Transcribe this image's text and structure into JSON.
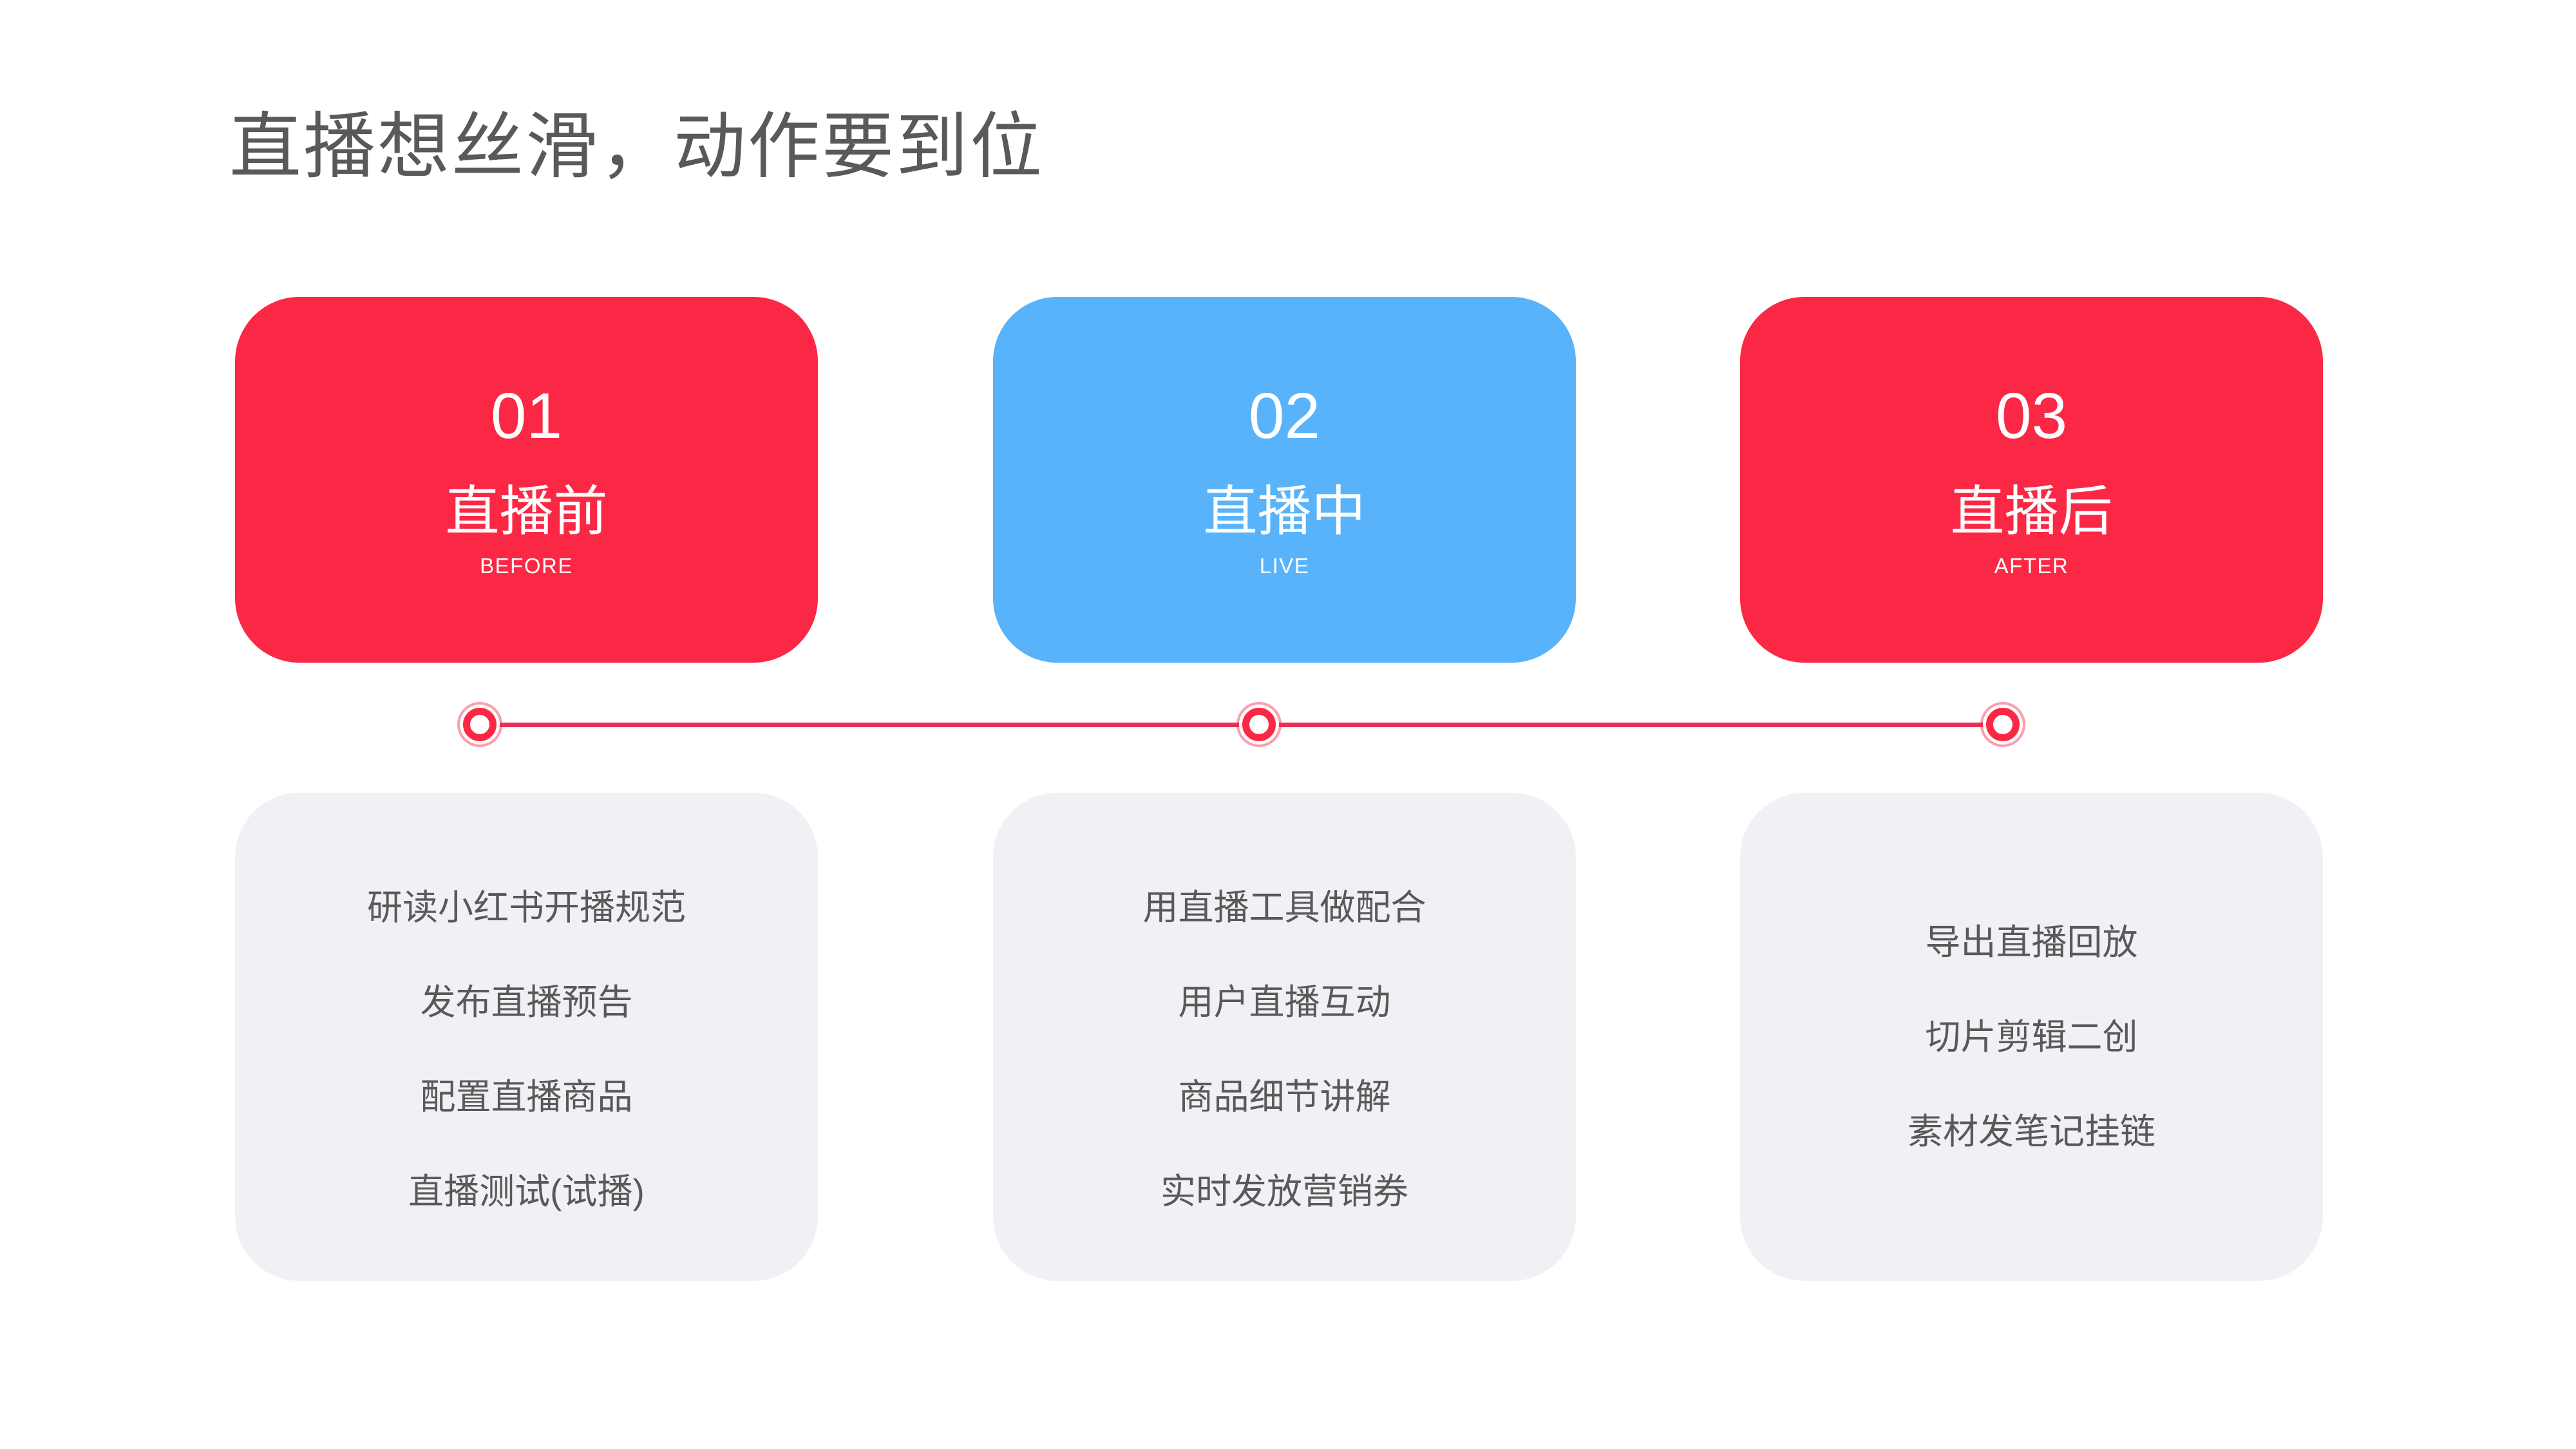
{
  "title": "直播想丝滑，动作要到位",
  "colors": {
    "page_bg": "#FFFFFF",
    "stage_red": "#FB2845",
    "stage_blue": "#58B3FA",
    "line_red": "#E8305A",
    "panel_gray": "#EFF1F5",
    "title_text": "#595959",
    "body_text": "#595959",
    "stage_text": "#FFFFFF"
  },
  "stages": [
    {
      "number": "01",
      "name": "直播前",
      "caption": "BEFORE",
      "accent": "red",
      "tasks": [
        "研读小红书开播规范",
        "发布直播预告",
        "配置直播商品",
        "直播测试(试播)"
      ]
    },
    {
      "number": "02",
      "name": "直播中",
      "caption": "LIVE",
      "accent": "blue",
      "tasks": [
        "用直播工具做配合",
        "用户直播互动",
        "商品细节讲解",
        "实时发放营销券"
      ]
    },
    {
      "number": "03",
      "name": "直播后",
      "caption": "AFTER",
      "accent": "red",
      "tasks": [
        "导出直播回放",
        "切片剪辑二创",
        "素材发笔记挂链"
      ]
    }
  ]
}
